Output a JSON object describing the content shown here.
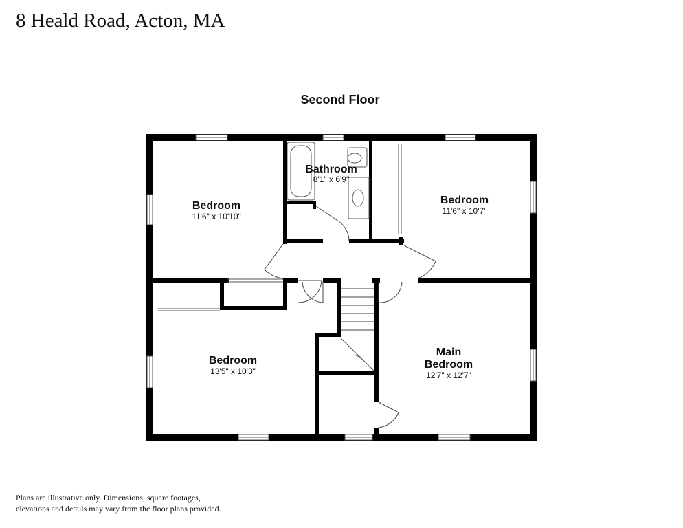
{
  "header": {
    "address": "8 Heald Road, Acton, MA"
  },
  "plan": {
    "floor_label": "Second Floor",
    "rooms": [
      {
        "name": "Bedroom",
        "dimensions": "11'6\" x 10'10\""
      },
      {
        "name": "Bathroom",
        "dimensions": "8'1\" x 6'9\""
      },
      {
        "name": "Bedroom",
        "dimensions": "11'6\" x 10'7\""
      },
      {
        "name": "Bedroom",
        "dimensions": "13'5\" x 10'3\""
      },
      {
        "name_line1": "Main",
        "name_line2": "Bedroom",
        "dimensions": "12'7\" x 12'7\""
      }
    ]
  },
  "footer": {
    "disclaimer_line1": "Plans are illustrative only. Dimensions, square footages,",
    "disclaimer_line2": "elevations and details may vary from the floor plans provided."
  }
}
